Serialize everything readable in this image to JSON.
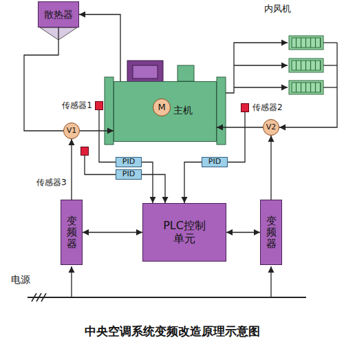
{
  "diagram": {
    "caption": "中央空调系统变频改造原理示意图",
    "nodes": [
      {
        "text": [
          "散热器"
        ]
      },
      {
        "text": [
          "主机"
        ]
      },
      {
        "text": [
          "M"
        ],
        "in": 1
      },
      {
        "text": [
          "传感器1"
        ]
      },
      {
        "text": [
          "V1"
        ]
      },
      {
        "text": [
          "传感器2"
        ]
      },
      {
        "text": [
          "V2"
        ]
      },
      {
        "text": [
          "传感器3"
        ]
      },
      {
        "text": [
          "PID"
        ]
      },
      {
        "text": [
          "PID"
        ]
      },
      {
        "text": [
          "PID"
        ]
      },
      {
        "text": [
          "变频器"
        ]
      },
      {
        "text": [
          "PLC控制单元"
        ]
      },
      {
        "text": [
          "变频器"
        ]
      }
    ],
    "edges": [
      {
        "from": 3,
        "to": 8,
        "arrow": "none"
      },
      {
        "from": 7,
        "to": 9,
        "arrow": "none"
      },
      {
        "from": 5,
        "to": 10,
        "arrow": "none"
      },
      {
        "from": 8,
        "to": 12,
        "arrow": "to"
      },
      {
        "from": 9,
        "to": 12,
        "arrow": "to"
      },
      {
        "from": 10,
        "to": 12,
        "arrow": "to"
      },
      {
        "from": 12,
        "to": 11,
        "arrow": "both"
      },
      {
        "from": 12,
        "to": 13,
        "arrow": "both"
      },
      {
        "from": 11,
        "to": 4,
        "arrow": "to"
      },
      {
        "from": 13,
        "to": 6,
        "arrow": "to"
      },
      {
        "from": 4,
        "to": 1,
        "arrow": "to"
      },
      {
        "from": 6,
        "to": 1,
        "arrow": "to"
      },
      {
        "from": 1,
        "to": 0,
        "arrow": "to"
      },
      {
        "from": 0,
        "to": 4,
        "arrow": "none"
      }
    ],
    "labels": [
      "内风机",
      "电源"
    ]
  }
}
